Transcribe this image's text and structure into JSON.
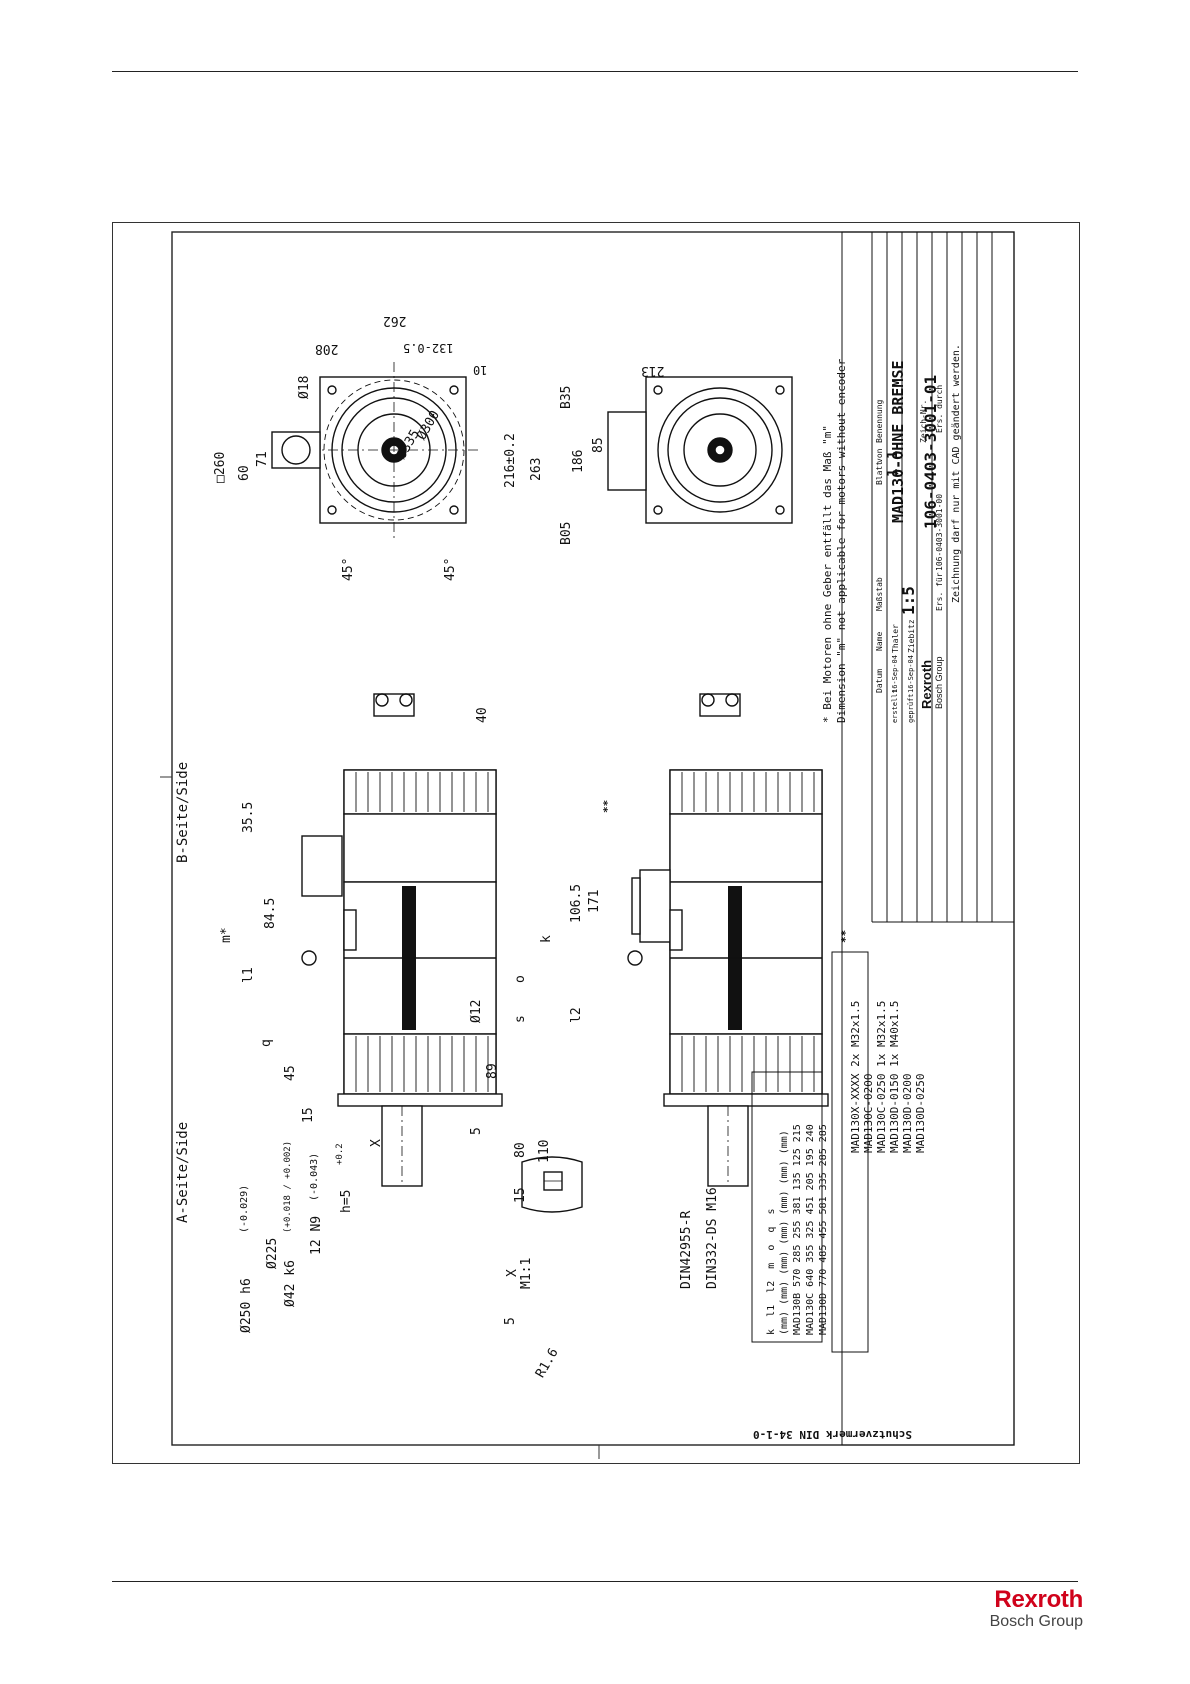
{
  "brand": {
    "name": "Rexroth",
    "group": "Bosch Group",
    "color": "#d0021b"
  },
  "drawing": {
    "side_a": "A-Seite/Side",
    "side_b": "B-Seite/Side",
    "protection_note": "Schutzvermerk DIN 34-1-0",
    "footnote_de": "* Bei Motoren ohne Geber entfällt das Maß \"m\"",
    "footnote_en": "Dimension \"m\" not applicable for motors without encoder",
    "title_block": {
      "title": "MAD130-OHNE BREMSE",
      "drawing_number": "106-0403-3001-01",
      "scale_label": "Maßstab",
      "scale": "1:5",
      "sheet_label": "Blatt",
      "sheet": "1",
      "of_label": "von",
      "of": "1",
      "name_label": "Benennung",
      "drawing_no_label": "Zeich-Nr.",
      "date_label": "Datum",
      "name_col": "Name",
      "drawn": "erstellt",
      "checked": "geprüft",
      "date1": "16-Sep-04",
      "date2": "16-Sep-04",
      "name1": "Thaler",
      "name2": "Ziebitz",
      "replaces_label": "Ers. für",
      "replaces": "106-0403-3001-00",
      "replaced_by": "Ers. durch",
      "cad_note": "Zeichnung darf nur mit CAD geändert werden.",
      "logo_word": "Rexroth",
      "logo_sub": "Bosch Group"
    },
    "dims_side": {
      "flange_d": "Ø250 h6",
      "flange_tol": "(-0.029)",
      "pitch_d": "Ø225",
      "shaft_d": "Ø42 k6",
      "shaft_tol": "(+0.018 / +0.002)",
      "key_w": "12 N9",
      "key_tol": "(-0.043)",
      "key_h": "h=5",
      "key_h_tol": "+0.2",
      "mark_x": "X",
      "d15a": "15",
      "d45": "45",
      "d15b": "15",
      "dq": "q",
      "dl1": "l1",
      "dm": "m*",
      "d845": "84.5",
      "d355": "35.5",
      "d40": "40",
      "dk": "k",
      "d80": "80",
      "d110": "110",
      "d15c": "15",
      "d5": "5",
      "d89": "89",
      "ds": "s",
      "do": "o",
      "d12": "Ø12",
      "dl2": "l2",
      "d1065": "106.5",
      "d171": "171",
      "dstar2": "**"
    },
    "dims_front": {
      "d262": "262",
      "d208": "208",
      "d132": "132-0.5",
      "d18": "Ø18",
      "d10": "10",
      "d300": "Ø300",
      "d335": "Ø335",
      "d260": "□260",
      "d60": "60",
      "d71": "71",
      "d216": "216±0.2",
      "d263": "263",
      "a45a": "45°",
      "a45b": "45°",
      "b05": "B05",
      "b35": "B35",
      "d213": "213",
      "d186": "186",
      "d85": "85"
    },
    "detail": {
      "label": "X",
      "scale": "M1:1",
      "d5": "5",
      "r": "R1.6"
    },
    "callouts": {
      "din1": "DIN42955-R",
      "din2": "DIN332-DS M16"
    },
    "dim_table": {
      "headers": [
        "",
        "k",
        "l1",
        "l2",
        "m",
        "o",
        "q",
        "s"
      ],
      "units": [
        "",
        "(mm)",
        "(mm)",
        "(mm)",
        "(mm)",
        "(mm)",
        "(mm)",
        "(mm)"
      ],
      "rows": [
        [
          "MAD130B",
          "570",
          "285",
          "255",
          "381",
          "135",
          "125",
          "215"
        ],
        [
          "MAD130C",
          "640",
          "355",
          "325",
          "451",
          "205",
          "195",
          "240"
        ],
        [
          "MAD130D",
          "770",
          "485",
          "455",
          "581",
          "335",
          "285",
          "285"
        ]
      ]
    },
    "gland_table": {
      "marker": "**",
      "rows": [
        [
          "MAD130X-XXXX",
          "2x",
          "M32x1.5"
        ],
        [
          "MAD130C-0200",
          "",
          ""
        ],
        [
          "MAD130C-0250",
          "1x",
          "M32x1.5"
        ],
        [
          "MAD130D-0150",
          "1x",
          "M40x1.5"
        ],
        [
          "MAD130D-0200",
          "",
          ""
        ],
        [
          "MAD130D-0250",
          "",
          ""
        ]
      ]
    }
  }
}
